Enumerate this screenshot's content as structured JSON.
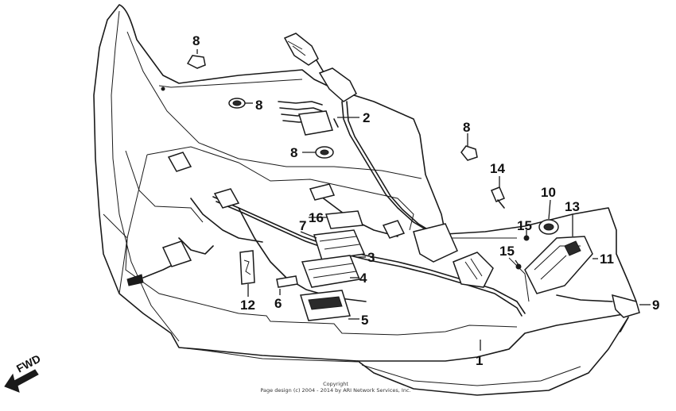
{
  "callouts": [
    {
      "id": "c8a",
      "text": "8"
    },
    {
      "id": "c8b",
      "text": "8"
    },
    {
      "id": "c8c",
      "text": "8"
    },
    {
      "id": "c8d",
      "text": "8"
    },
    {
      "id": "c2",
      "text": "2"
    },
    {
      "id": "c14",
      "text": "14"
    },
    {
      "id": "c10",
      "text": "10"
    },
    {
      "id": "c13",
      "text": "13"
    },
    {
      "id": "c16",
      "text": "16"
    },
    {
      "id": "c7",
      "text": "7"
    },
    {
      "id": "c3",
      "text": "3"
    },
    {
      "id": "c4",
      "text": "4"
    },
    {
      "id": "c15a",
      "text": "15"
    },
    {
      "id": "c15b",
      "text": "15"
    },
    {
      "id": "c11",
      "text": "11"
    },
    {
      "id": "c12",
      "text": "12"
    },
    {
      "id": "c6",
      "text": "6"
    },
    {
      "id": "c5",
      "text": "5"
    },
    {
      "id": "c9",
      "text": "9"
    },
    {
      "id": "c1",
      "text": "1"
    }
  ],
  "fwd_label": "FWD",
  "copyright": {
    "line1": "Copyright",
    "line2": "Page design (c) 2004 - 2014 by ARI Network Services, Inc."
  },
  "colors": {
    "ink": "#1a1a1a",
    "background": "#ffffff"
  }
}
